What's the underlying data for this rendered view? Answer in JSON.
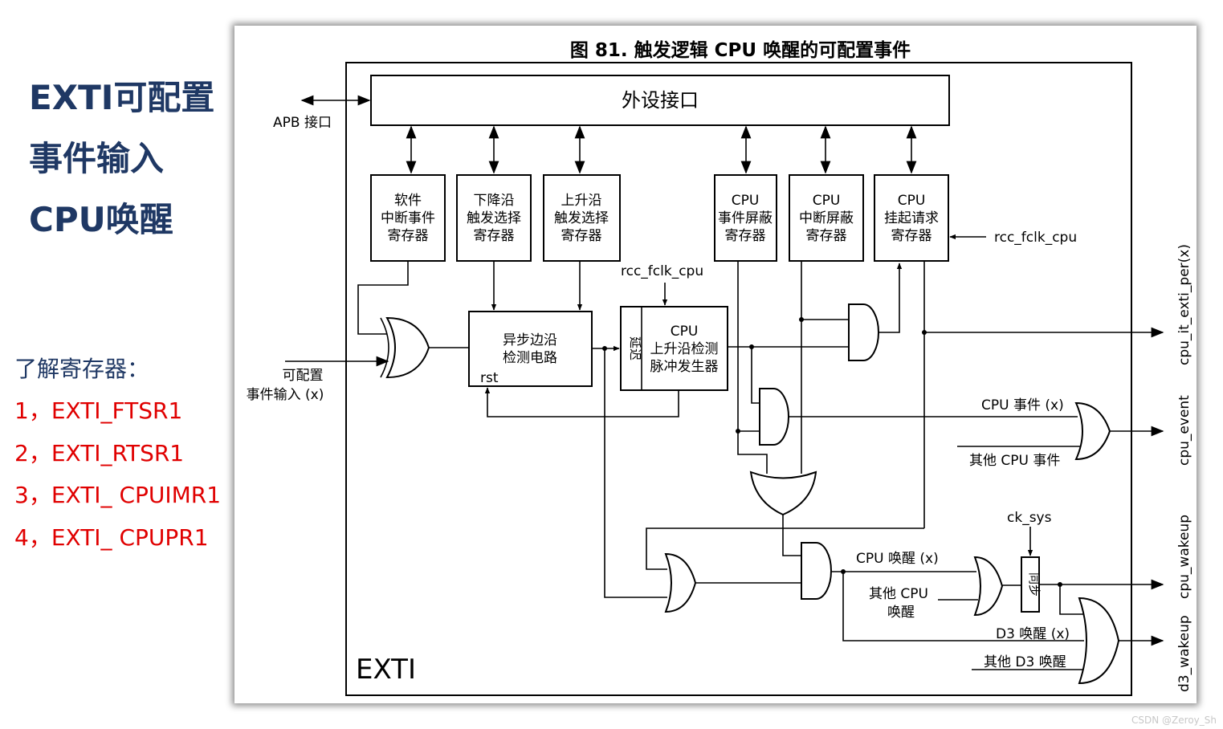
{
  "left_panel": {
    "title_lines": [
      "EXTI可配置",
      "事件输入",
      "CPU唤醒"
    ],
    "registers_heading": "了解寄存器：",
    "registers": [
      "1，EXTI_FTSR1",
      "2，EXTI_RTSR1",
      "3，EXTI_ CPUIMR1",
      "4，EXTI_ CPUPR1"
    ]
  },
  "diagram": {
    "title": "图 81. 触发逻辑 CPU 唤醒的可配置事件",
    "block_name": "EXTI",
    "peripheral_interface": "外设接口",
    "apb_label": "APB 接口",
    "registers": {
      "swier": [
        "软件",
        "中断事件",
        "寄存器"
      ],
      "ftsr": [
        "下降沿",
        "触发选择",
        "寄存器"
      ],
      "rtsr": [
        "上升沿",
        "触发选择",
        "寄存器"
      ],
      "emr": [
        "CPU",
        "事件屏蔽",
        "寄存器"
      ],
      "imr": [
        "CPU",
        "中断屏蔽",
        "寄存器"
      ],
      "pr": [
        "CPU",
        "挂起请求",
        "寄存器"
      ]
    },
    "edge_detect": [
      "异步边沿",
      "检测电路"
    ],
    "rst": "rst",
    "delay": "延迟",
    "pulse_gen": [
      "CPU",
      "上升沿检测",
      "脉冲发生器"
    ],
    "rcc_fclk_cpu": "rcc_fclk_cpu",
    "input_label": [
      "可配置",
      "事件输入 (x)"
    ],
    "cpu_event_x": "CPU 事件 (x)",
    "other_cpu_events": "其他 CPU 事件",
    "cpu_wakeup_x": "CPU 唤醒 (x)",
    "other_cpu_wakeup": [
      "其他 CPU",
      "唤醒"
    ],
    "ck_sys": "ck_sys",
    "sync": "同步",
    "d3_wakeup_x": "D3 唤醒 (x)",
    "other_d3_wakeup": "其他 D3 唤醒",
    "outputs": {
      "it": "cpu_it_exti_per(x)",
      "event": "cpu_event",
      "wakeup": "cpu_wakeup",
      "d3": "d3_wakeup"
    }
  },
  "watermark": "CSDN @Zeroy_Sh"
}
